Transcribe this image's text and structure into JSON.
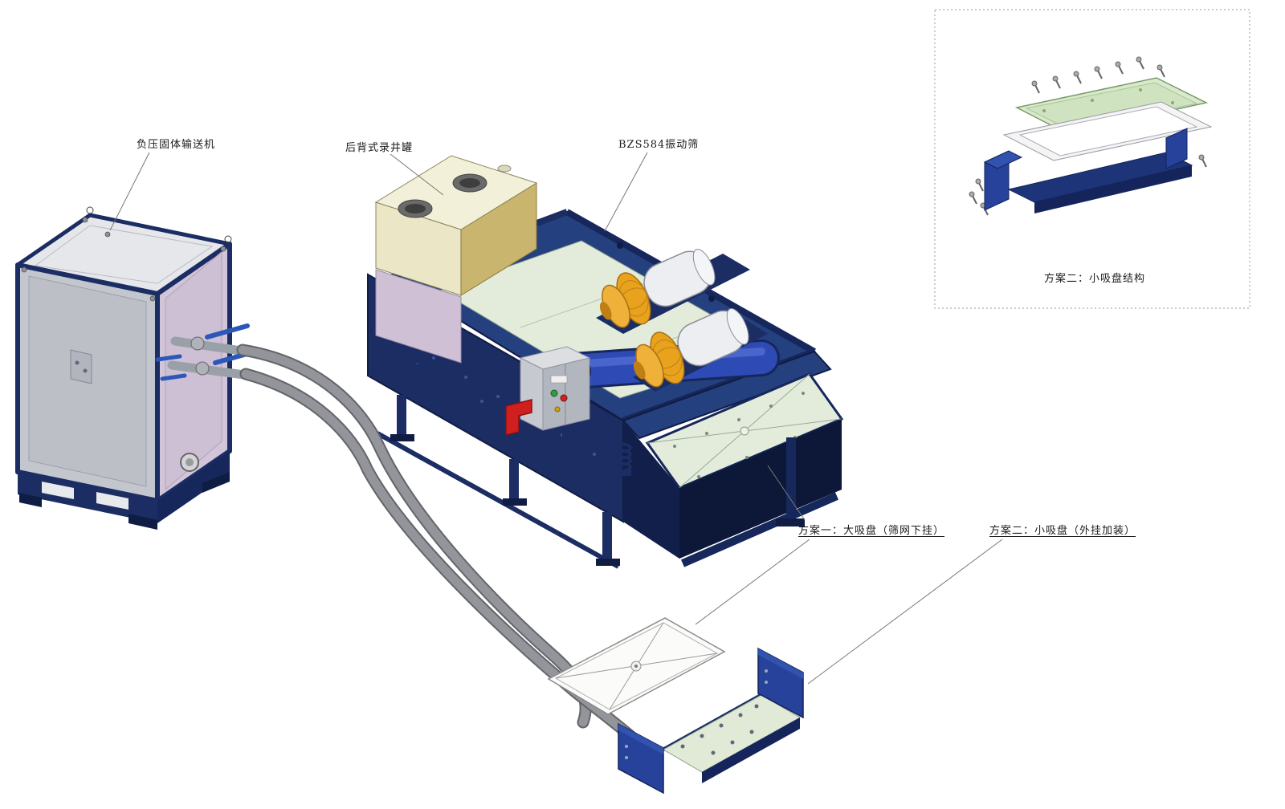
{
  "labels": {
    "conveyor": "负压固体输送机",
    "tank": "后背式录井罐",
    "shaker": "BZS584振动筛",
    "scheme1": "方案一：大吸盘（筛网下挂）",
    "scheme2": "方案二：小吸盘（外挂加装）",
    "inset_caption": "方案二：小吸盘结构"
  },
  "colors": {
    "frame_navy": "#1b2d63",
    "frame_navy_dark": "#101c44",
    "panel_steel": "#c3c6cd",
    "panel_lavender": "#d3c5d9",
    "tank_cream": "#ebe7c6",
    "tank_tan": "#c9b56e",
    "deck_green": "#e3ecdb",
    "motor_orange": "#e8a21e",
    "motor_white": "#eceef2",
    "hose_grey": "#93959a",
    "accent_red": "#d01f1f",
    "bright_blue": "#2e4bb5",
    "leader_grey": "#777777"
  }
}
